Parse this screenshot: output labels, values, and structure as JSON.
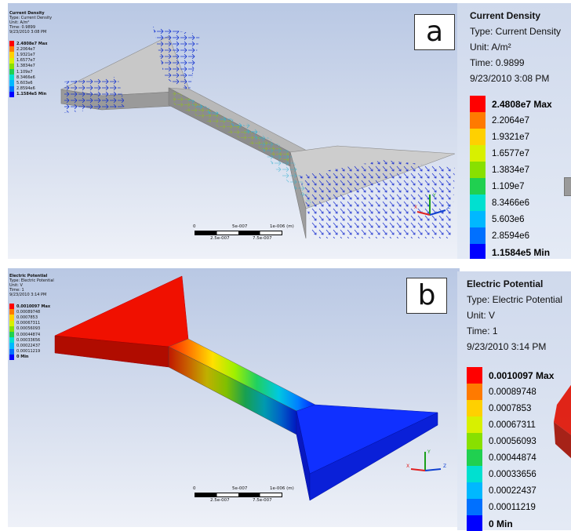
{
  "panel_a": {
    "label": "a",
    "legend": {
      "title": "Current Density",
      "type": "Type: Current Density",
      "unit": "Unit: A/m²",
      "time": "Time: 0.9899",
      "date": "9/23/2010 3:08 PM",
      "values": [
        "2.4808e7 Max",
        "2.2064e7",
        "1.9321e7",
        "1.6577e7",
        "1.3834e7",
        "1.109e7",
        "8.3466e6",
        "5.603e6",
        "2.8594e6",
        "1.1584e5 Min"
      ],
      "colors": [
        "#ff0000",
        "#ff7a00",
        "#ffd000",
        "#d8f000",
        "#88e000",
        "#20d050",
        "#00e0d0",
        "#00b8ff",
        "#0070ff",
        "#0000ff"
      ]
    },
    "scale": {
      "ticks_top": [
        "0",
        "5e-007",
        "1e-006 (m)"
      ],
      "ticks_bottom": [
        "2.5e-007",
        "7.5e-007"
      ]
    },
    "triad": {
      "x": "X",
      "y": "Y",
      "z": "Z"
    }
  },
  "panel_b": {
    "label": "b",
    "legend": {
      "title": "Electric Potential",
      "type": "Type: Electric Potential",
      "unit": "Unit: V",
      "time": "Time: 1",
      "date": "9/23/2010 3:14 PM",
      "values": [
        "0.0010097 Max",
        "0.00089748",
        "0.0007853",
        "0.00067311",
        "0.00056093",
        "0.00044874",
        "0.00033656",
        "0.00022437",
        "0.00011219",
        "0 Min"
      ],
      "colors": [
        "#ff0000",
        "#ff7a00",
        "#ffd000",
        "#d8f000",
        "#88e000",
        "#20d050",
        "#00e0d0",
        "#00b8ff",
        "#0070ff",
        "#0000ff"
      ]
    },
    "scale": {
      "ticks_top": [
        "0",
        "5e-007",
        "1e-006 (m)"
      ],
      "ticks_bottom": [
        "2.5e-007",
        "7.5e-007"
      ]
    },
    "triad": {
      "x": "X",
      "y": "Y",
      "z": "Z"
    }
  }
}
